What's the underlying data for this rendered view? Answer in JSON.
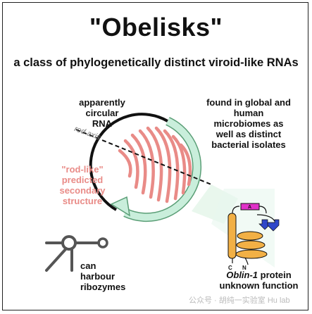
{
  "title": "\"Obelisks\"",
  "subtitle": "a class of phylogenetically distinct viroid-like RNAs",
  "labels": {
    "circular": [
      "apparently",
      "circular",
      "RNA"
    ],
    "microbiomes": [
      "found in global and",
      "human",
      "microbiomes as",
      "well as distinct",
      "bacterial isolates"
    ],
    "rod_axis": "rod axis",
    "rod_like": [
      "\"rod-like\"",
      "predicted",
      "secondary",
      "structure"
    ],
    "ribozymes": [
      "can",
      "harbour",
      "ribozymes"
    ],
    "oblin_name": "Oblin-1",
    "oblin_suffix": " protein",
    "oblin_function": "unknown function",
    "protein_markers": {
      "n": "N",
      "c": "C",
      "a": "A"
    }
  },
  "watermark": "公众号 · 胡纯一实验室 Hu lab",
  "colors": {
    "rna_helix": "#e98b87",
    "rod_like_text": "#e98b87",
    "orf_arc": "#c9eedb",
    "orf_outline": "#5a9e76",
    "helix_orange": "#f2b045",
    "strand_blue": "#2f47c9",
    "magenta_box": "#e032c8",
    "ribozyme_gray": "#555555"
  }
}
